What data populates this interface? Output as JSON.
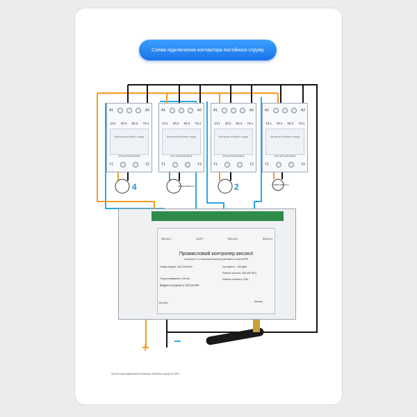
{
  "title": "Схема підключення контактора постійного струму",
  "contactors": [
    {
      "a1": "A1",
      "a2": "A2",
      "pins_top": [
        "1/L1",
        "3/L2",
        "5/L3",
        "7/L4"
      ],
      "text": "Контактор постійного струму",
      "pins_bottom": "2/T1 4/T2 6/T3 8/T4",
      "t1": "T1",
      "t2": "T2"
    },
    {
      "a1": "A1",
      "a2": "A2",
      "pins_top": [
        "1/L1",
        "3/L2",
        "5/L3",
        "7/L4"
      ],
      "text": "Контактор постійного струму",
      "pins_bottom": "2/T1 4/T2 6/T3 8/T4",
      "t1": "T1",
      "t2": "T2"
    },
    {
      "a1": "A1",
      "a2": "A2",
      "pins_top": [
        "1/L1",
        "3/L2",
        "5/L3",
        "7/L4"
      ],
      "text": "Контактор постійного струму",
      "pins_bottom": "2/T1 4/T2 6/T3 8/T4",
      "t1": "T1",
      "t2": "T2"
    },
    {
      "a1": "A1",
      "a2": "A2",
      "pins_top": [
        "1/L1",
        "3/L2",
        "5/L3",
        "7/L4"
      ],
      "text": "Контактор постійного струму",
      "pins_bottom": "2/T1 4/T2 6/T3 8/T4",
      "t1": "T1",
      "t2": "T2"
    }
  ],
  "lamp_labels": [
    "4",
    "Навантаження 3",
    "2",
    "Навантаження 1"
  ],
  "controller": {
    "outputs": [
      "RELAY1",
      "OUT2",
      "RELAY3",
      "RELAY4"
    ],
    "title": "Промисловий контролер високої",
    "subtitle": "потужності з 4 каналами/перепрограмовані контакти/PIR",
    "specs": [
      "Номер моделі: АК-СD4А24V",
      "Чутливість: -105 дБм",
      "Робоча частота: 430-450 МГц",
      "Струм очікування: ≤15 мА",
      "Вхідна потужність: DC12-48V",
      "Ємність контакту: 30A"
    ],
    "power_label": "12V-48V",
    "button_label": "Кнопка"
  },
  "plus": "+",
  "minus": "−",
  "caption": "Проста схема підключення контактора постійного струму DC 48-В",
  "colors": {
    "orange": "#f39b1e",
    "blue": "#2aa7e0",
    "black": "#111111",
    "brand": "#1a73e8"
  }
}
